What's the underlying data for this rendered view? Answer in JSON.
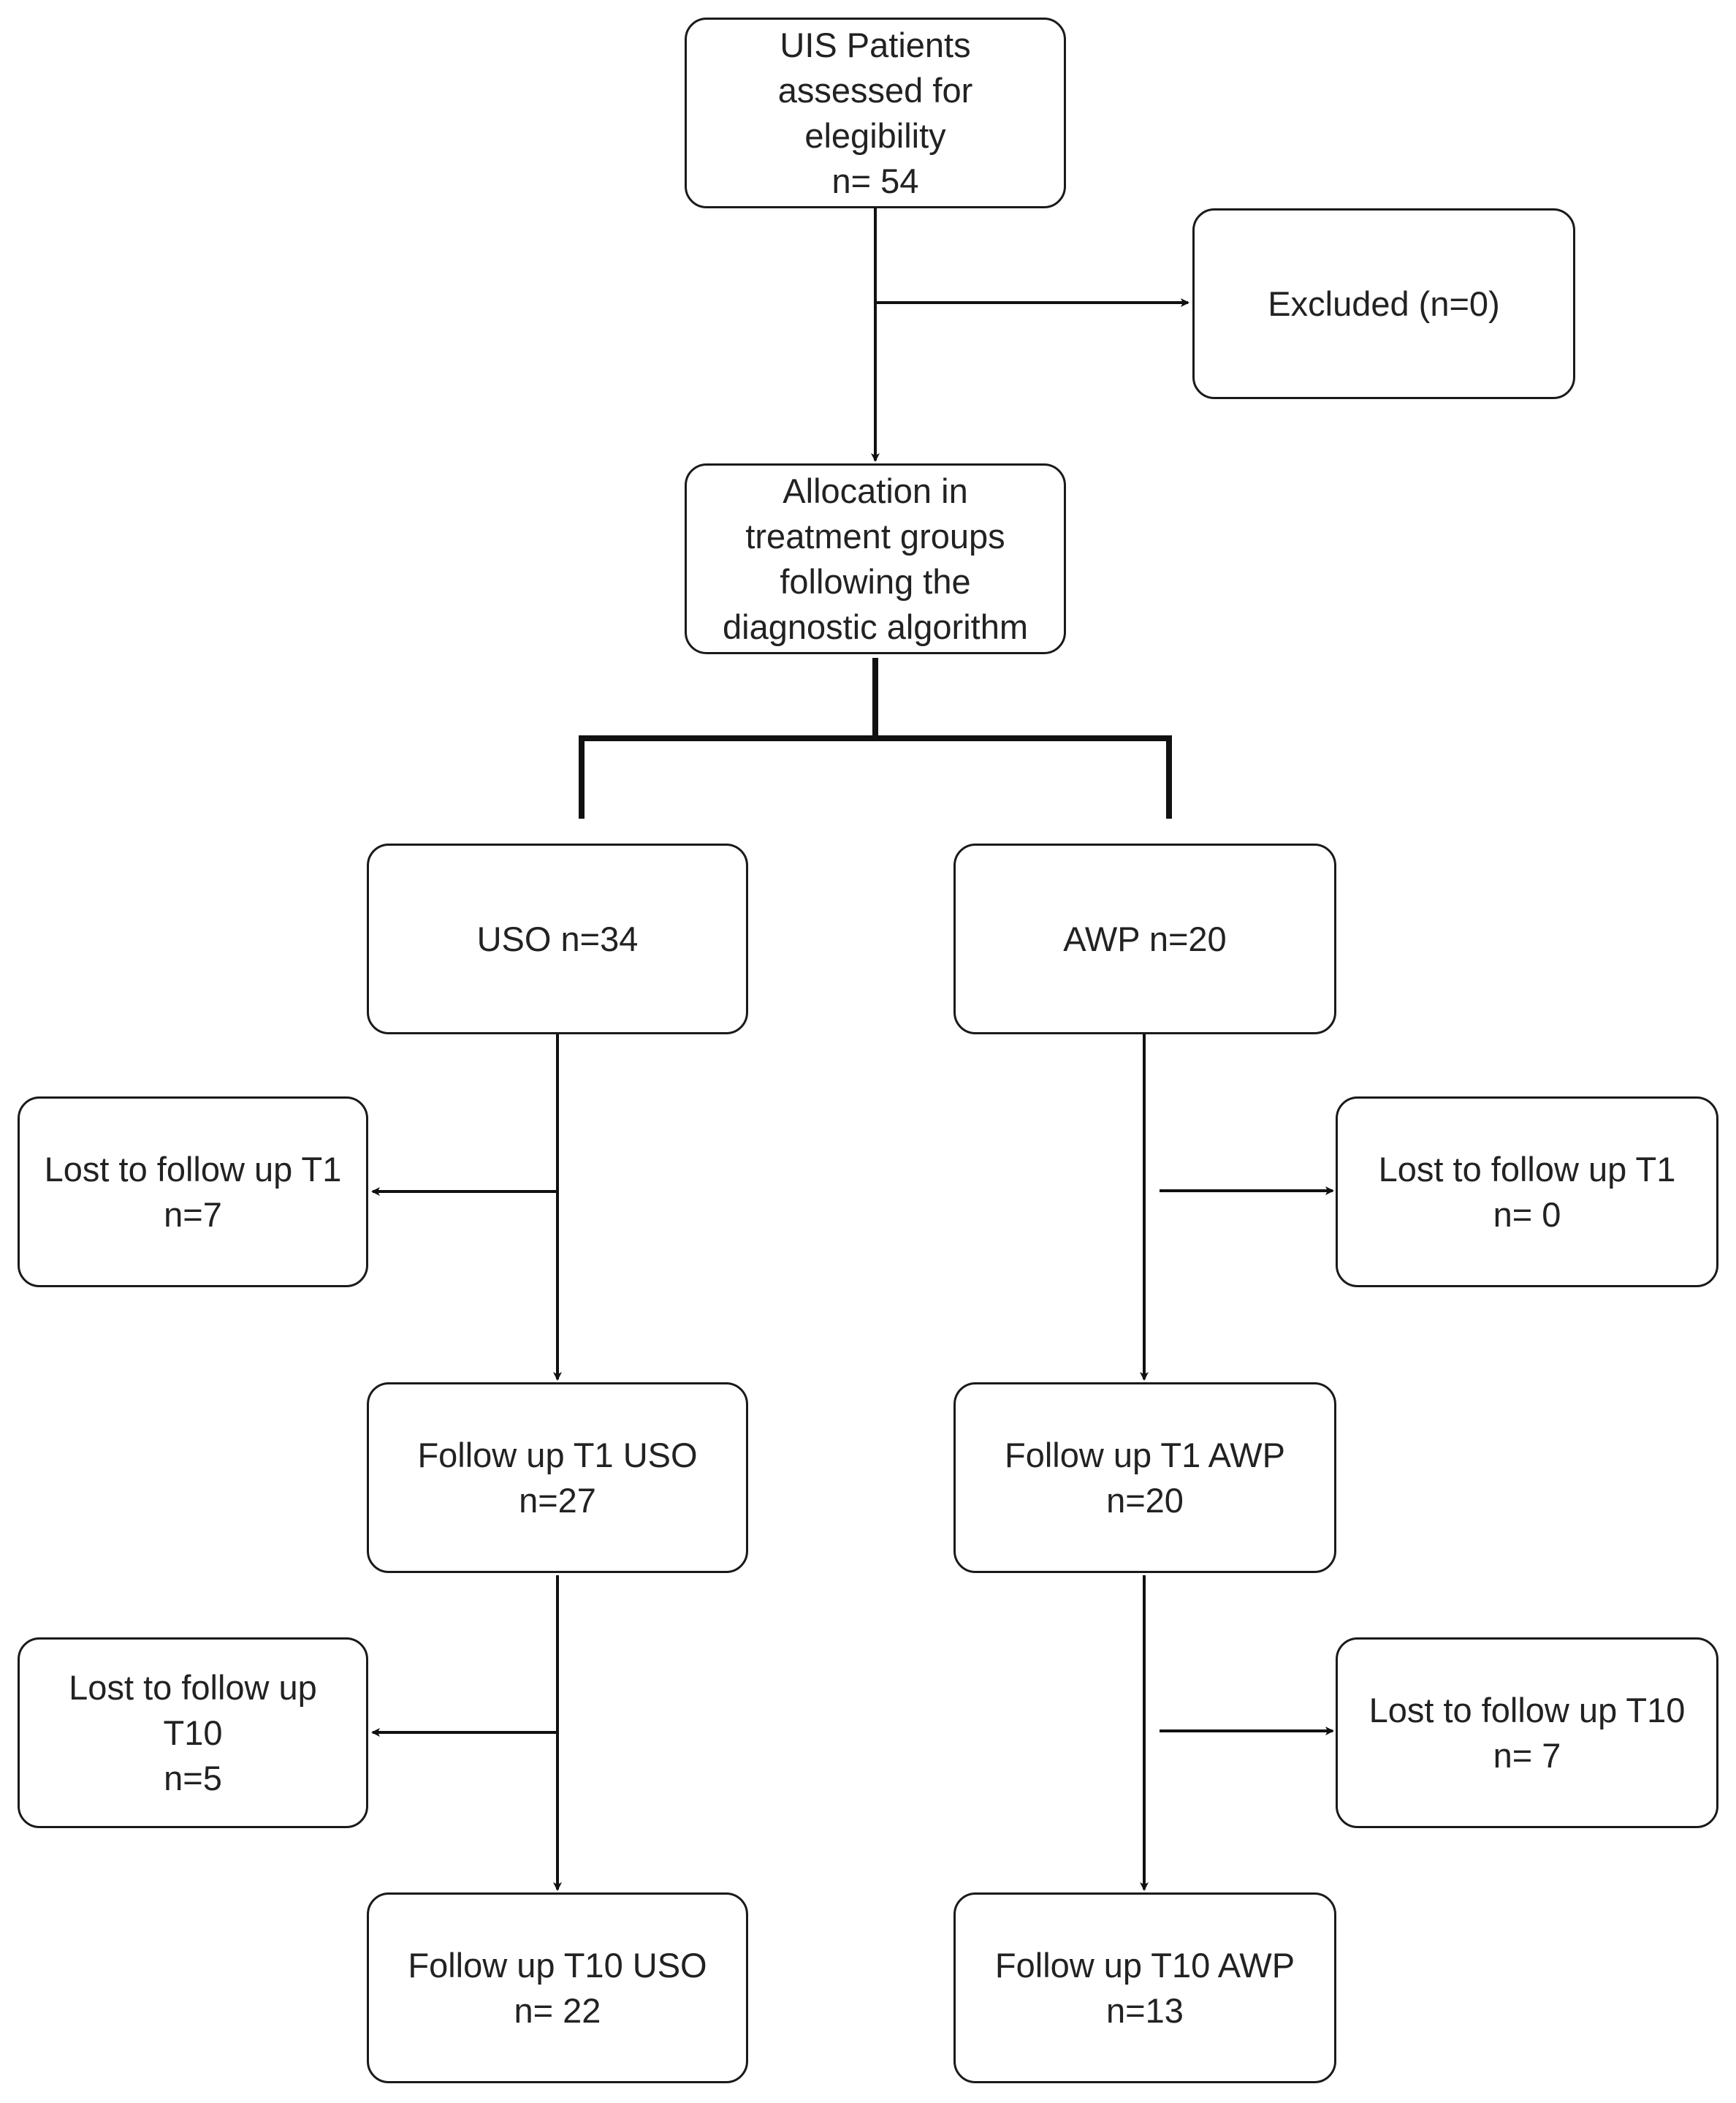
{
  "nodes": {
    "assessed": {
      "label": "UIS Patients\nassessed for\nelegibility\nn= 54"
    },
    "excluded": {
      "label": "Excluded (n=0)"
    },
    "allocation": {
      "label": "Allocation in\ntreatment groups\nfollowing the\ndiagnostic algorithm"
    },
    "uso": {
      "label": "USO n=34"
    },
    "awp": {
      "label": "AWP n=20"
    },
    "lost_t1_uso": {
      "label": "Lost to follow up T1\nn=7"
    },
    "lost_t1_awp": {
      "label": "Lost to follow up T1\nn= 0"
    },
    "fu_t1_uso": {
      "label": "Follow up T1 USO\nn=27"
    },
    "fu_t1_awp": {
      "label": "Follow up T1 AWP\nn=20"
    },
    "lost_t10_uso": {
      "label": "Lost to follow up\nT10\nn=5"
    },
    "lost_t10_awp": {
      "label": "Lost to follow up T10\nn= 7"
    },
    "fu_t10_uso": {
      "label": "Follow up T10 USO\nn= 22"
    },
    "fu_t10_awp": {
      "label": "Follow up T10 AWP\nn=13"
    }
  }
}
